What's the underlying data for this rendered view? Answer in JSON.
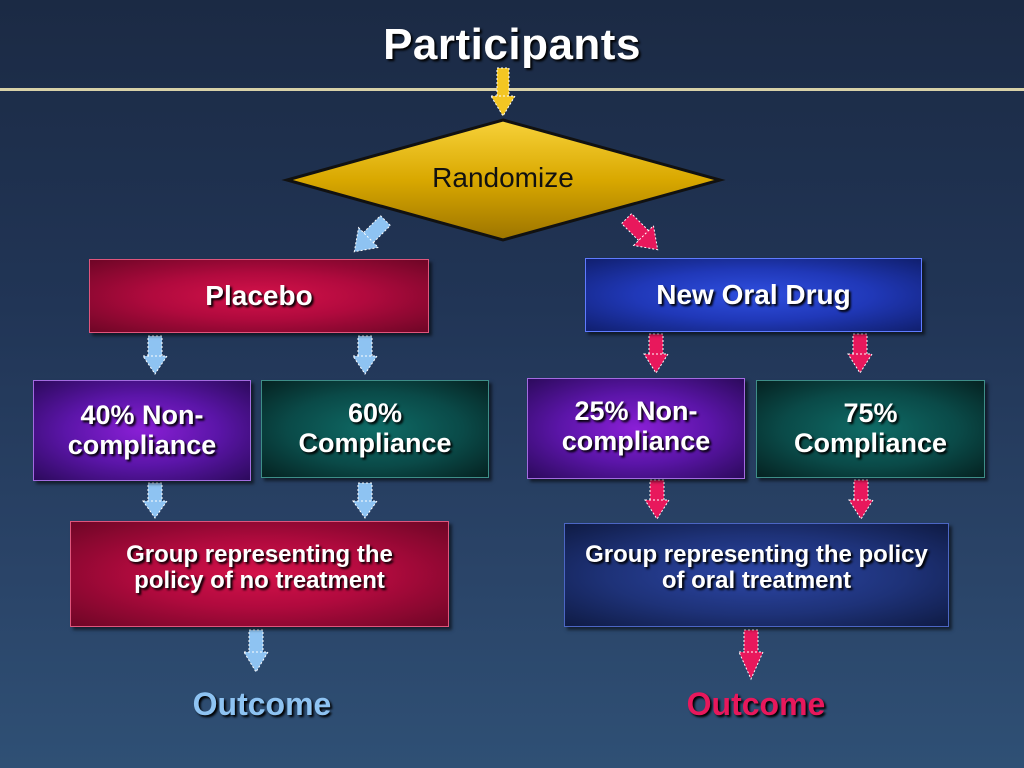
{
  "title": "Participants",
  "decision": {
    "label": "Randomize"
  },
  "arms": {
    "placebo": {
      "label": "Placebo",
      "noncompliance": "40% Non-compliance",
      "compliance": "60% Compliance",
      "group": "Group representing the policy of no treatment",
      "outcome": "Outcome"
    },
    "drug": {
      "label": "New Oral Drug",
      "noncompliance": "25% Non-compliance",
      "compliance": "75% Compliance",
      "group": "Group representing the policy of oral treatment",
      "outcome": "Outcome"
    }
  },
  "colors": {
    "placebo_arrow": "#8ec3f2",
    "drug_arrow": "#e8185c",
    "start_arrow": "#f3c623",
    "decision_fill": "#e6b800",
    "placebo_outcome_text": "#8ec3f2",
    "drug_outcome_text": "#e8185c"
  }
}
